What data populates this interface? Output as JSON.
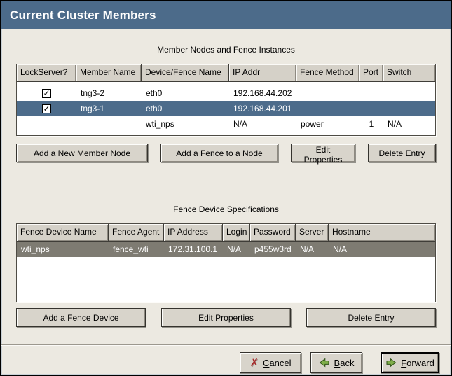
{
  "window": {
    "title": "Current Cluster Members"
  },
  "members_section": {
    "label": "Member Nodes and Fence Instances",
    "columns": [
      "LockServer?",
      "Member Name",
      "Device/Fence Name",
      "IP Addr",
      "Fence Method",
      "Port",
      "Switch"
    ],
    "rows": [
      {
        "lockserver_checked": true,
        "member_name": "tng3-2",
        "device_fence_name": "eth0",
        "ip_addr": "192.168.44.202",
        "fence_method": "",
        "port": "",
        "switch": "",
        "selected": false
      },
      {
        "lockserver_checked": true,
        "member_name": "tng3-1",
        "device_fence_name": "eth0",
        "ip_addr": "192.168.44.201",
        "fence_method": "",
        "port": "",
        "switch": "",
        "selected": true
      },
      {
        "lockserver_checked": false,
        "member_name": "",
        "device_fence_name": "wti_nps",
        "ip_addr": "N/A",
        "fence_method": "power",
        "port": "1",
        "switch": "N/A",
        "selected": false
      }
    ],
    "buttons": [
      "Add a New Member Node",
      "Add a Fence to a Node",
      "Edit Properties",
      "Delete Entry"
    ]
  },
  "fence_section": {
    "label": "Fence Device Specifications",
    "columns": [
      "Fence Device Name",
      "Fence Agent",
      "IP Address",
      "Login",
      "Password",
      "Server",
      "Hostname"
    ],
    "rows": [
      {
        "fence_device_name": "wti_nps",
        "fence_agent": "fence_wti",
        "ip_address": "172.31.100.1",
        "login": "N/A",
        "password": "p455w3rd",
        "server": "N/A",
        "hostname": "N/A",
        "selected": true
      }
    ],
    "buttons": [
      "Add a Fence Device",
      "Edit Properties",
      "Delete Entry"
    ]
  },
  "footer": {
    "cancel": "Cancel",
    "back": "Back",
    "forward": "Forward"
  },
  "icons": {
    "check": "✓",
    "cancel_x": "✗"
  },
  "colors": {
    "titlebar": "#4c6b8a",
    "selection_active": "#4d6c8b",
    "selection_inactive": "#7e7b72",
    "body_background": "#ece9e1"
  }
}
